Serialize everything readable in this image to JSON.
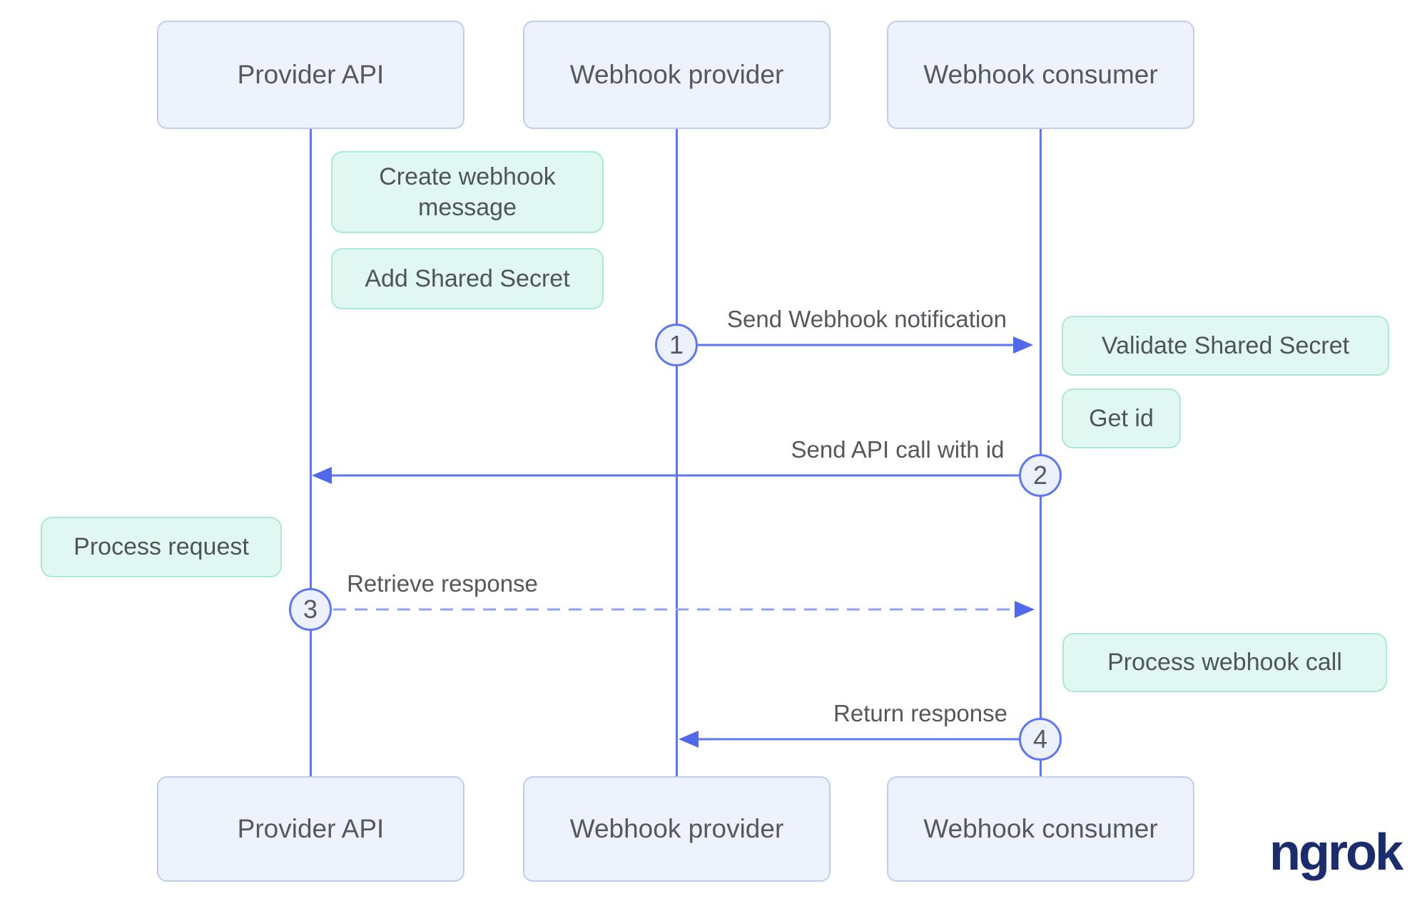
{
  "diagram": {
    "actors": [
      {
        "label": "Provider API"
      },
      {
        "label": "Webhook provider"
      },
      {
        "label": "Webhook consumer"
      }
    ],
    "actions": {
      "create_webhook_message": "Create webhook message",
      "add_shared_secret": "Add Shared Secret",
      "validate_shared_secret": "Validate Shared Secret",
      "get_id": "Get id",
      "process_request": "Process request",
      "process_webhook_call": "Process webhook call"
    },
    "messages": [
      {
        "number": "1",
        "label": "Send Webhook notification",
        "line_style": "solid",
        "from": "Webhook provider",
        "to": "Webhook consumer"
      },
      {
        "number": "2",
        "label": "Send API call with id",
        "line_style": "solid",
        "from": "Webhook consumer",
        "to": "Provider API"
      },
      {
        "number": "3",
        "label": "Retrieve response",
        "line_style": "dashed",
        "from": "Provider API",
        "to": "Webhook consumer"
      },
      {
        "number": "4",
        "label": "Return response",
        "line_style": "solid",
        "from": "Webhook consumer",
        "to": "Webhook provider"
      }
    ],
    "colors": {
      "background": "#ffffff",
      "actor_fill": "#eef2fd",
      "actor_border": "#c0cdf2",
      "action_fill": "#e1f8f2",
      "action_border": "#a9e8da",
      "line": "#5b76f6",
      "line_dashed": "#8ca4f8",
      "arrowhead": "#4f68ec",
      "text": "#54585d",
      "logo": "#1b2c6e"
    },
    "logo_text": "ngrok"
  }
}
